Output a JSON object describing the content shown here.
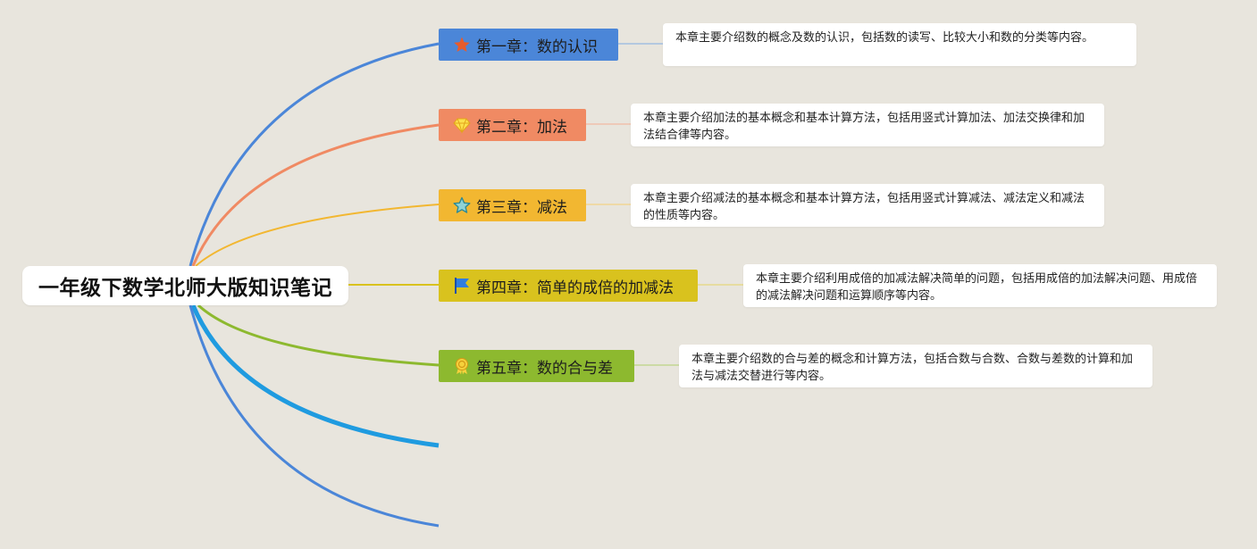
{
  "root": {
    "title": "一年级下数学北师大版知识笔记"
  },
  "topics": [
    {
      "label": "第一章：数的认识",
      "icon": "star-icon",
      "color": "#4b86d8",
      "note": "本章主要介绍数的概念及数的认识，包括数的读写、比较大小和数的分类等内容。"
    },
    {
      "label": "第二章：加法",
      "icon": "diamond-icon",
      "color": "#f08a63",
      "note": "本章主要介绍加法的基本概念和基本计算方法，包括用竖式计算加法、加法交换律和加法结合律等内容。"
    },
    {
      "label": "第三章：减法",
      "icon": "star-outline-icon",
      "color": "#f2b731",
      "note": "本章主要介绍减法的基本概念和基本计算方法，包括用竖式计算减法、减法定义和减法的性质等内容。"
    },
    {
      "label": "第四章：简单的成倍的加减法",
      "icon": "flag-icon",
      "color": "#d9c21e",
      "note": "本章主要介绍利用成倍的加减法解决简单的问题，包括用成倍的加法解决问题、用成倍的减法解决问题和运算顺序等内容。"
    },
    {
      "label": "第五章：数的合与差",
      "icon": "medal-icon",
      "color": "#8db92f",
      "note": "本章主要介绍数的合与差的概念和计算方法，包括合数与合数、合数与差数的计算和加法与减法交替进行等内容。"
    }
  ],
  "empty_branch_colors": [
    "#1f9be0",
    "#4b86d8"
  ]
}
